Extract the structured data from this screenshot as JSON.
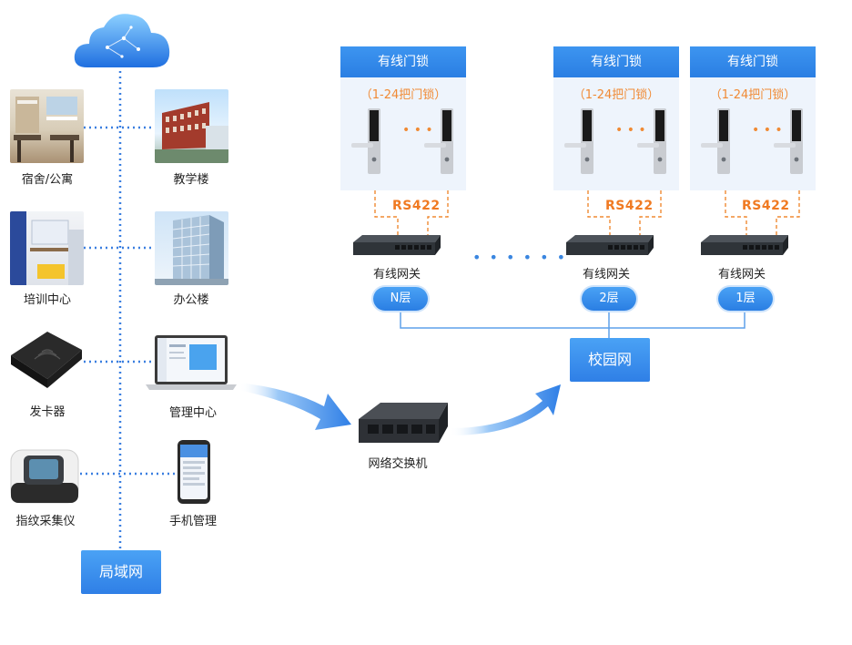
{
  "left_devices": {
    "dorm": "宿舍/公寓",
    "teaching": "教学楼",
    "training": "培训中心",
    "office": "办公楼",
    "card_issuer": "发卡器",
    "management": "管理中心",
    "fingerprint": "指纹采集仪",
    "mobile": "手机管理"
  },
  "lan_label": "局域网",
  "switch_label": "网络交换机",
  "campus_label": "校园网",
  "panels": [
    {
      "head": "有线门锁",
      "range": "（1-24把门锁）",
      "bus": "RS422",
      "gateway": "有线网关",
      "floor": "N层"
    },
    {
      "head": "有线门锁",
      "range": "（1-24把门锁）",
      "bus": "RS422",
      "gateway": "有线网关",
      "floor": "2层"
    },
    {
      "head": "有线门锁",
      "range": "（1-24把门锁）",
      "bus": "RS422",
      "gateway": "有线网关",
      "floor": "1层"
    }
  ],
  "ellipsis": "• • •",
  "colors": {
    "accent_blue": "#2f7fe6",
    "orange": "#f08a34",
    "line_blue": "#3a86e0",
    "panel_bg": "#eef4fc"
  }
}
